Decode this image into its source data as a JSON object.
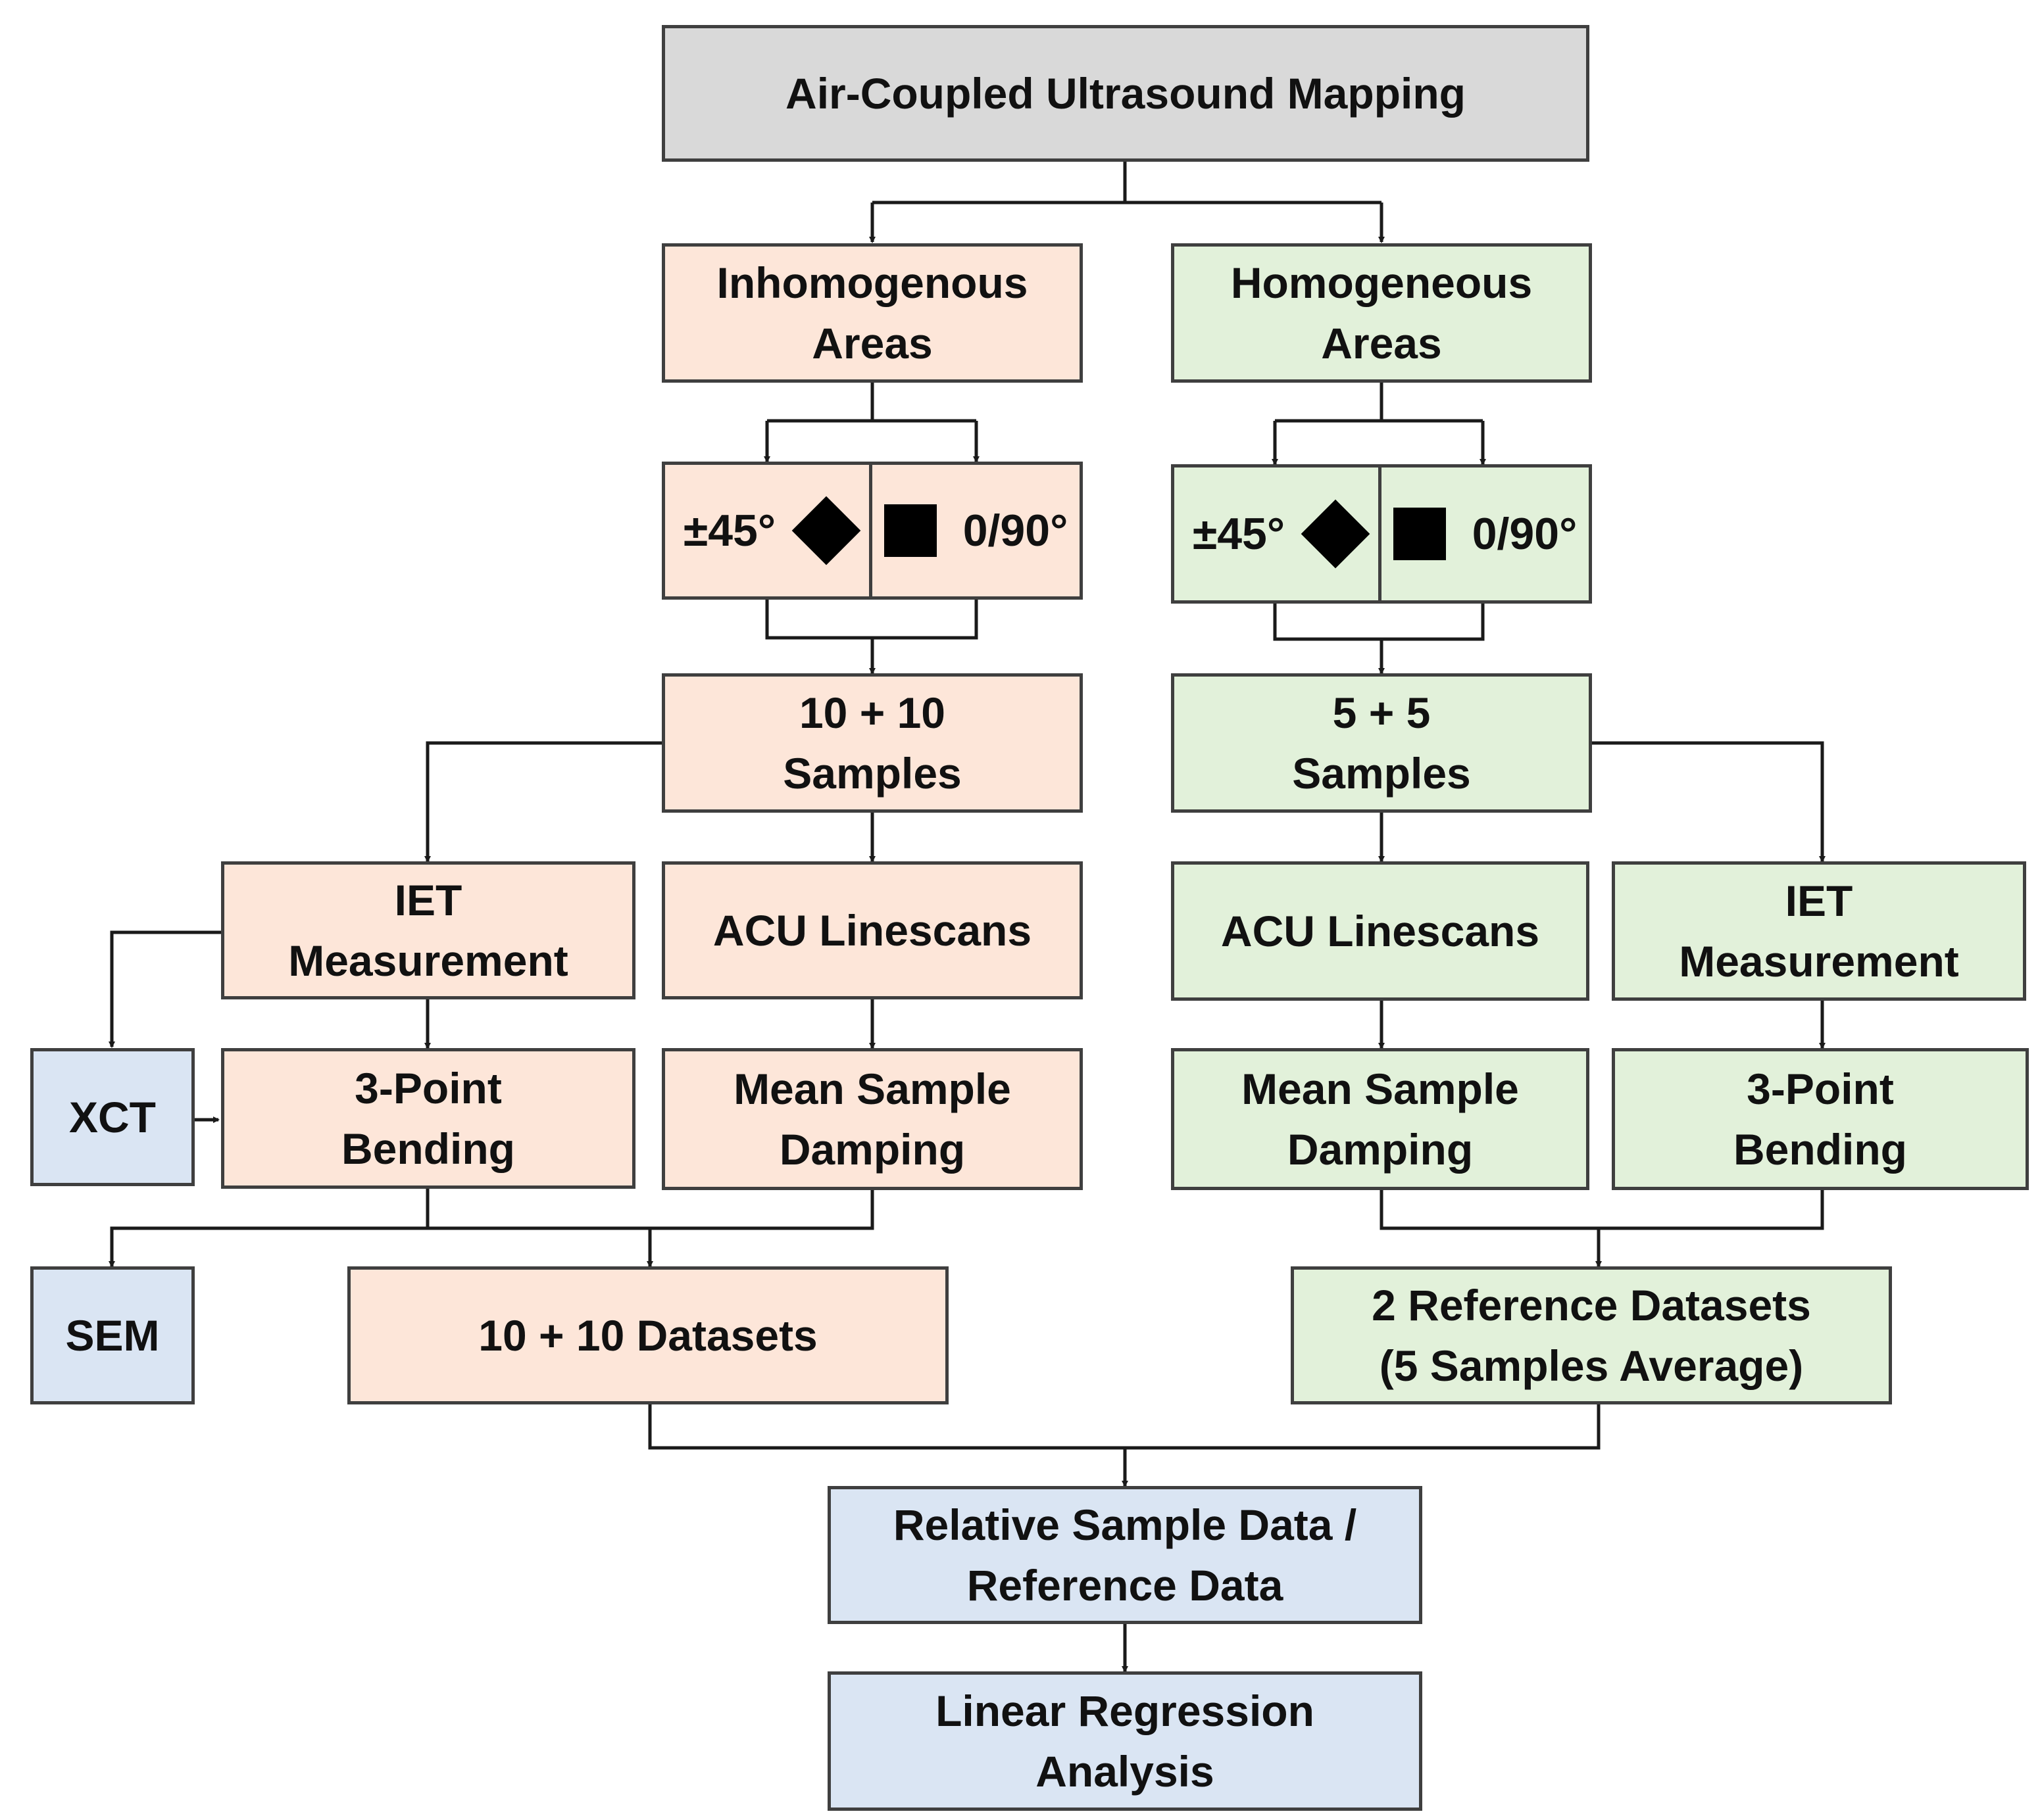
{
  "boxes": {
    "acu_mapping": "Air-Coupled Ultrasound Mapping",
    "inhomogenous": "Inhomogenous\nAreas",
    "homogeneous": "Homogeneous\nAreas",
    "angle_pm45": "±45°",
    "angle_0_90": "0/90°",
    "samples_left": "10 + 10\nSamples",
    "samples_right": "5 + 5\nSamples",
    "iet_left": "IET\nMeasurement",
    "acu_linescans_left": "ACU Linescans",
    "acu_linescans_right": "ACU Linescans",
    "iet_right": "IET\nMeasurement",
    "xct": "XCT",
    "bending_left": "3-Point\nBending",
    "damping_left": "Mean Sample\nDamping",
    "damping_right": "Mean Sample\nDamping",
    "bending_right": "3-Point\nBending",
    "sem": "SEM",
    "datasets_left": "10 + 10 Datasets",
    "reference_datasets": "2 Reference Datasets\n(5 Samples Average)",
    "relative_data": "Relative Sample Data /\nReference Data",
    "regression": "Linear Regression\nAnalysis"
  },
  "colors": {
    "gray": "#d9d9d9",
    "inhomogeneous": "#fde6d9",
    "homogeneous": "#e2f1da",
    "analysis": "#dae5f3",
    "line": "#1a1a1a"
  }
}
